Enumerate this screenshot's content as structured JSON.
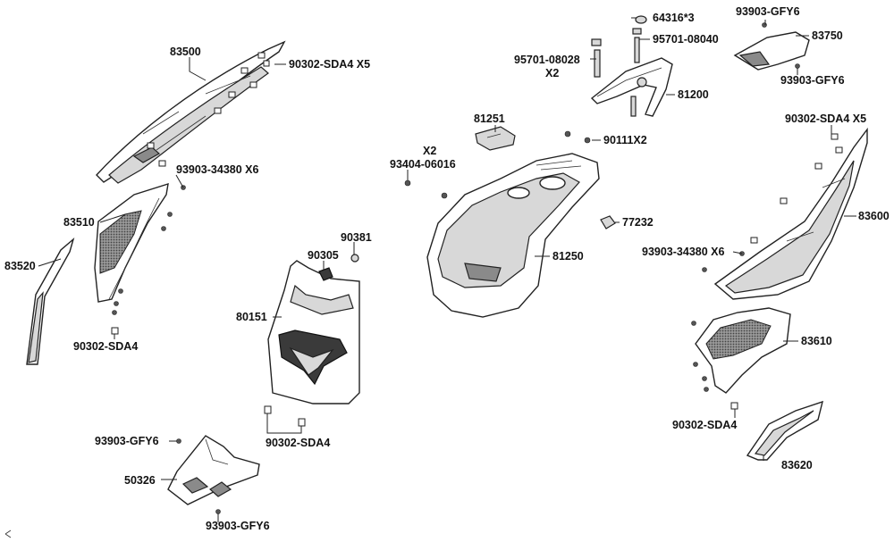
{
  "labels": {
    "p83500": "83500",
    "p90302_x5_left": "90302-SDA4 X5",
    "p93903_34380_x6_left": "93903-34380 X6",
    "p83510": "83510",
    "p83520": "83520",
    "p90302_left": "90302-SDA4",
    "p90381": "90381",
    "p90305": "90305",
    "p80151": "80151",
    "p90302_mid": "90302-SDA4",
    "p93903_gfy6_mid": "93903-GFY6",
    "p50326": "50326",
    "p93903_gfy6_bottom": "93903-GFY6",
    "p95701_08028": "95701-08028",
    "p95701_08028_qty": "X2",
    "p64316": "64316*3",
    "p95701_08040": "95701-08040",
    "p81200": "81200",
    "p81251": "81251",
    "p90111": "90111X2",
    "p93404_qty": "X2",
    "p93404": "93404-06016",
    "p77232": "77232",
    "p81250": "81250",
    "p93903_gfy6_top": "93903-GFY6",
    "p83750": "83750",
    "p93903_gfy6_right": "93903-GFY6",
    "p90302_x5_right": "90302-SDA4 X5",
    "p83600": "83600",
    "p93903_34380_x6_right": "93903-34380 X6",
    "p83610": "83610",
    "p90302_right": "90302-SDA4",
    "p83620": "83620"
  }
}
